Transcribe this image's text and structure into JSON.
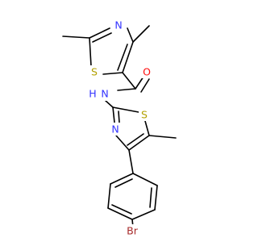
{
  "colors": {
    "bond": "#000000",
    "N": "#3333ff",
    "S": "#b2a000",
    "O": "#ff0d0d",
    "Br": "#a62929",
    "C": "#000000"
  },
  "atoms": {
    "S1": "S",
    "N1": "N",
    "O1": "O",
    "NH": "N",
    "H": "H",
    "N2": "N",
    "S2": "S",
    "Br": "Br"
  }
}
